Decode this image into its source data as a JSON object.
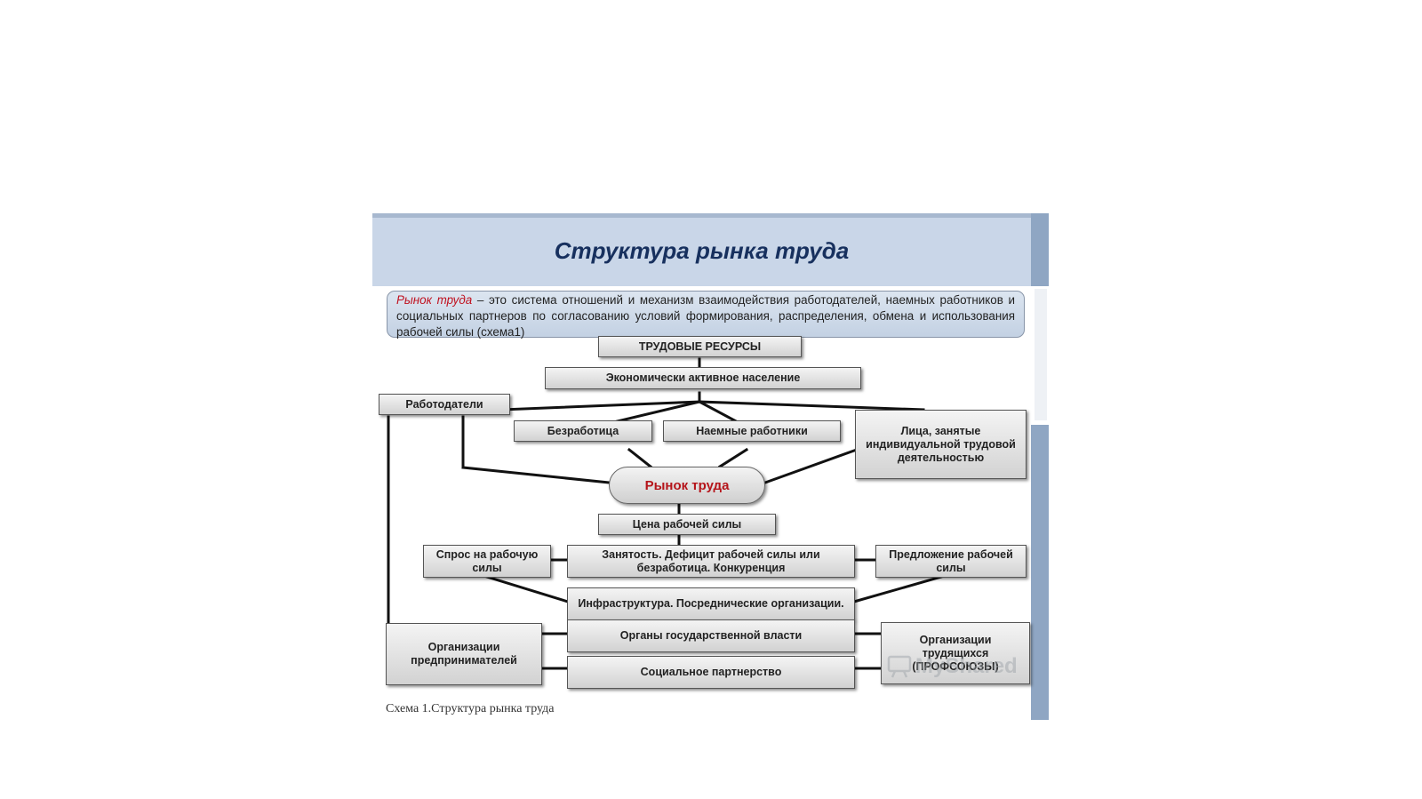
{
  "title": "Структура  рынка труда",
  "definition": {
    "term": "Рынок труда",
    "text": " – это система отношений и механизм взаимодействия работодателей, наемных работников и социальных партнеров по согласованию условий формирования, распределения, обмена и использования рабочей силы (схема1)"
  },
  "nodes": {
    "labor_resources": "ТРУДОВЫЕ РЕСУРСЫ",
    "active_population": "Экономически активное население",
    "employers": "Работодатели",
    "unemployment": "Безработица",
    "hired_workers": "Наемные работники",
    "self_employed": "Лица, занятые индивидуальной трудовой деятельностью",
    "labor_market": "Рынок труда",
    "labor_price": "Цена рабочей силы",
    "labor_demand": "Спрос на рабочую силы",
    "employment": "Занятость. Дефицит рабочей силы или безработица. Конкуренция",
    "labor_supply": "Предложение рабочей силы",
    "infrastructure": "Инфраструктура. Посреднические организации.",
    "employer_orgs": "Организации предпринимателей",
    "government": "Органы государственной власти",
    "social_partnership": "Социальное партнерство",
    "worker_orgs": "Организации трудящихся (ПРОФСОЮЗЫ)"
  },
  "caption": "Схема 1.Структура рынка труда",
  "watermark": "MyShared",
  "colors": {
    "title": "#17305e",
    "title_band": "#c9d6e8",
    "side_bar": "#8fa6c3",
    "accent_red": "#c0111f"
  }
}
